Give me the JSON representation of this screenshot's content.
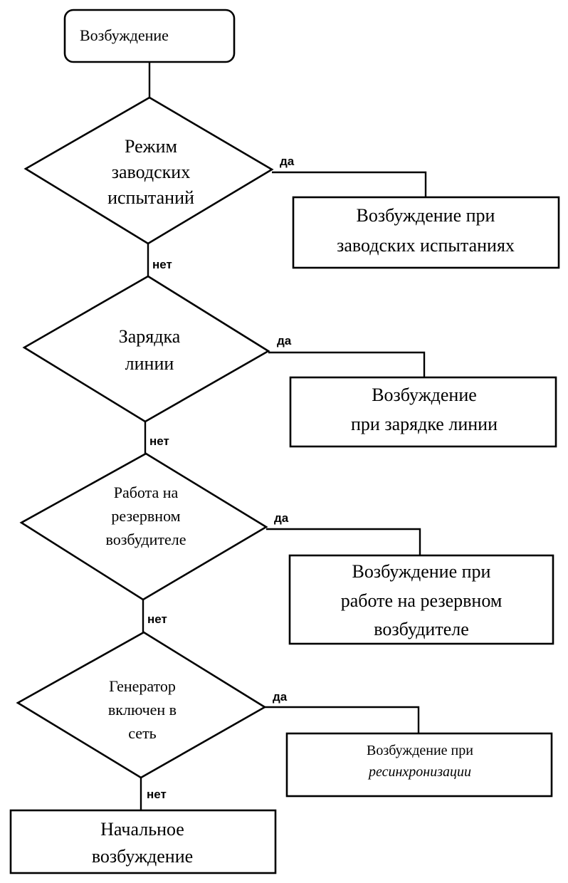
{
  "diagram": {
    "type": "flowchart",
    "colors": {
      "stroke": "#000000",
      "background": "#ffffff"
    },
    "start": {
      "id": "start",
      "lines": [
        "Возбуждение"
      ]
    },
    "decisions": [
      {
        "id": "d1",
        "lines": [
          "Режим",
          "заводских",
          "испытаний"
        ],
        "yes_label": "да",
        "no_label": "нет",
        "yes_target": {
          "lines": [
            "Возбуждение при",
            "заводских испытаниях"
          ]
        }
      },
      {
        "id": "d2",
        "lines": [
          "Зарядка",
          "линии"
        ],
        "yes_label": "да",
        "no_label": "нет",
        "yes_target": {
          "lines": [
            "Возбуждение",
            "при зарядке линии"
          ]
        }
      },
      {
        "id": "d3",
        "lines": [
          "Работа на",
          "резервном",
          "возбудителе"
        ],
        "yes_label": "да",
        "no_label": "нет",
        "yes_target": {
          "lines": [
            "Возбуждение при",
            "работе на резервном",
            "возбудителе"
          ]
        }
      },
      {
        "id": "d4",
        "lines": [
          "Генератор",
          "включен в",
          "сеть"
        ],
        "yes_label": "да",
        "no_label": "нет",
        "yes_target": {
          "lines": [
            "Возбуждение при",
            "ресинхронизации"
          ]
        }
      }
    ],
    "end": {
      "id": "end",
      "lines": [
        "Начальное",
        "возбуждение"
      ]
    }
  }
}
